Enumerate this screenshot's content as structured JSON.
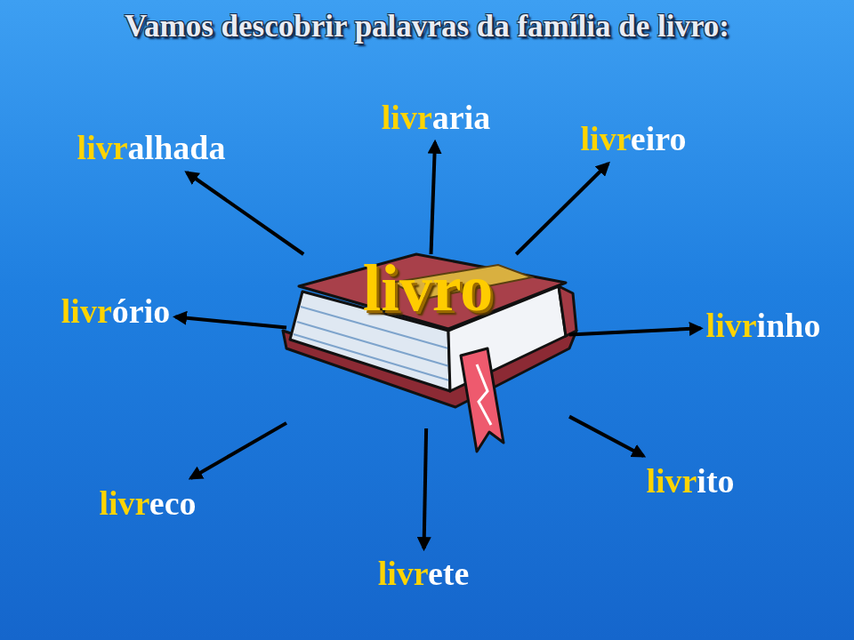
{
  "diagram": {
    "title": "Vamos descobrir palavras da família de livro:",
    "nodes": [
      {
        "text": [
          "livraria"
        ]
      },
      {
        "text": [
          "livreiro"
        ]
      },
      {
        "text": [
          "livralhada"
        ]
      },
      {
        "text": [
          "livro"
        ]
      },
      {
        "text": [
          "livrório"
        ]
      },
      {
        "text": [
          "livrinho"
        ]
      },
      {
        "text": [
          "livrito"
        ]
      },
      {
        "text": [
          "livreco"
        ]
      },
      {
        "text": [
          "livrete"
        ]
      }
    ],
    "edges": [
      {
        "from": 3,
        "to": 0,
        "arrow": "to"
      },
      {
        "from": 3,
        "to": 1,
        "arrow": "to"
      },
      {
        "from": 3,
        "to": 2,
        "arrow": "to"
      },
      {
        "from": 3,
        "to": 4,
        "arrow": "to"
      },
      {
        "from": 3,
        "to": 5,
        "arrow": "to"
      },
      {
        "from": 3,
        "to": 6,
        "arrow": "to"
      },
      {
        "from": 3,
        "to": 7,
        "arrow": "to"
      },
      {
        "from": 3,
        "to": 8,
        "arrow": "to"
      }
    ]
  }
}
